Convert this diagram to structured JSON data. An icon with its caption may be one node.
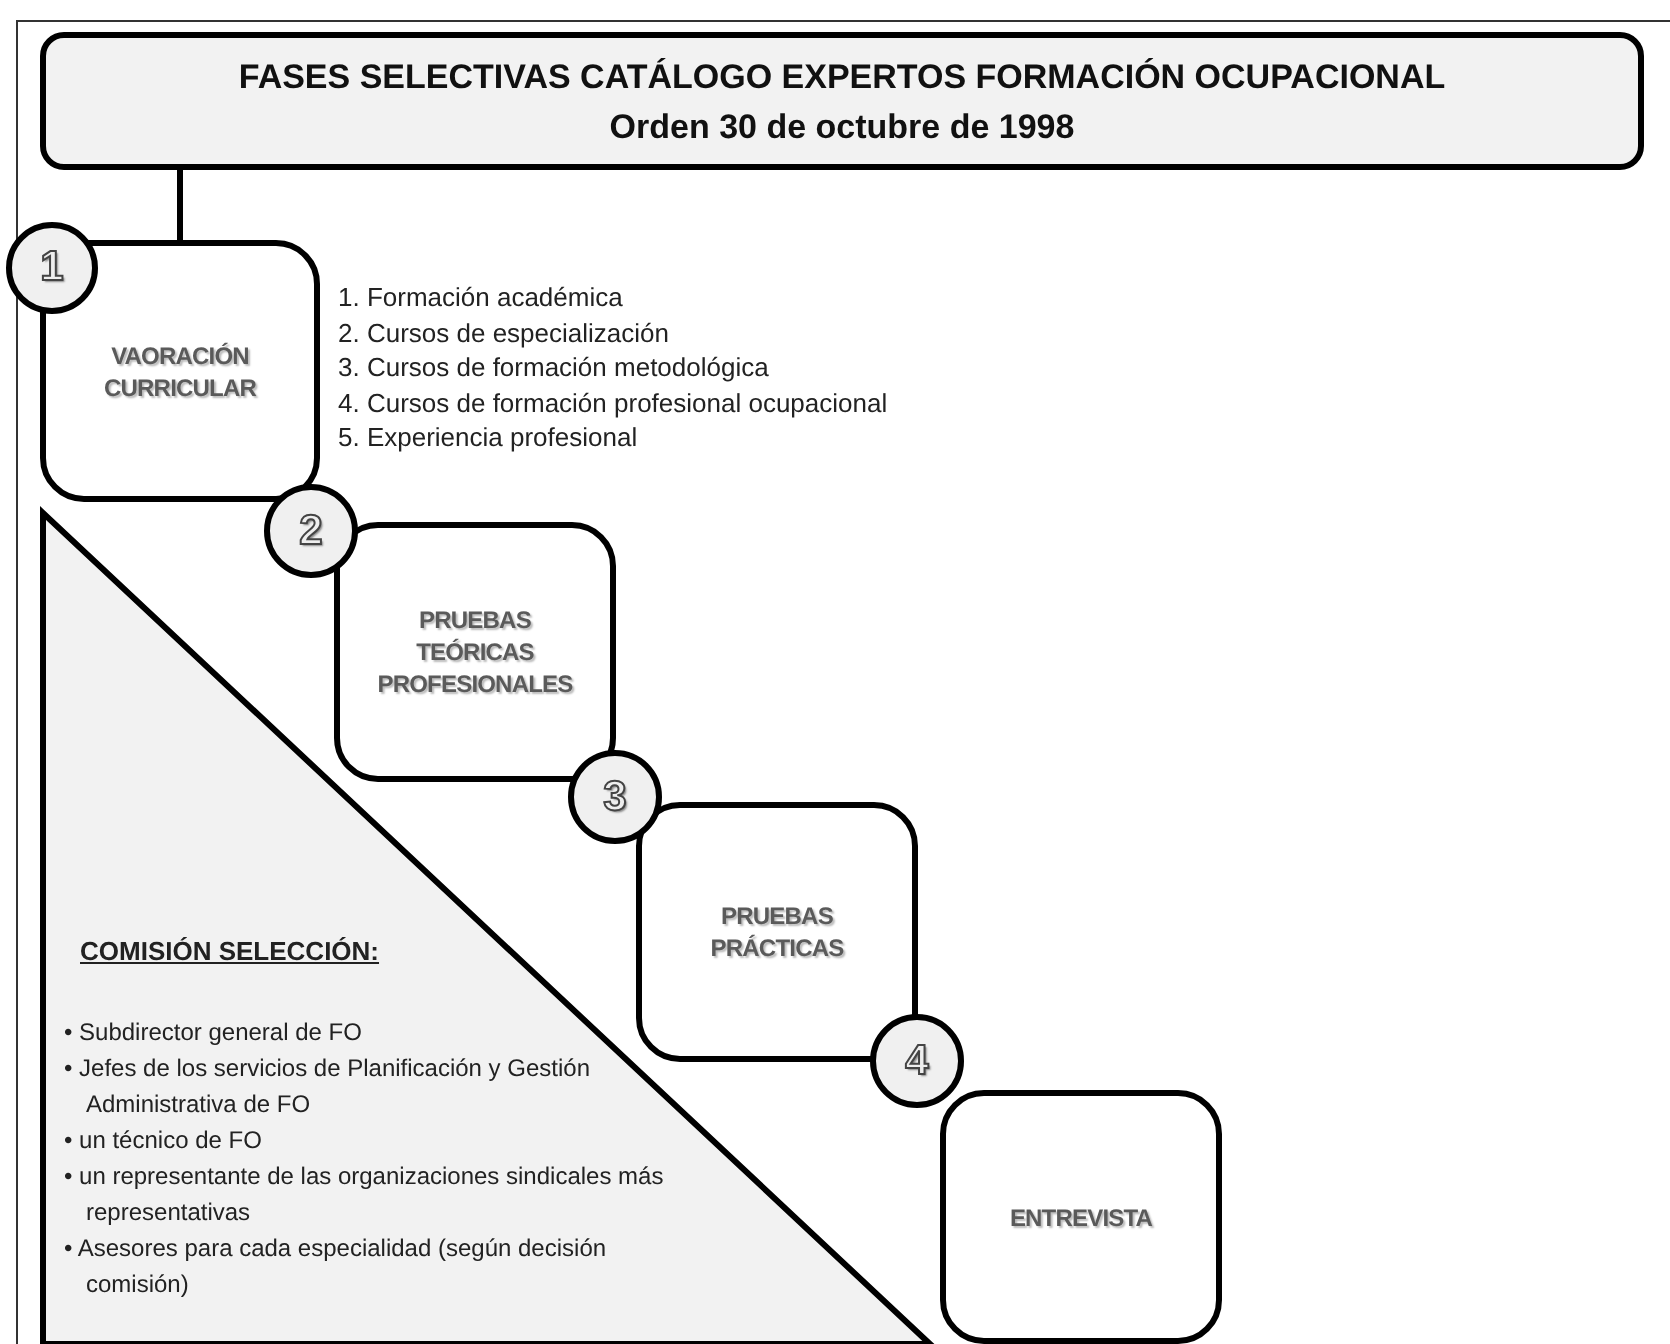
{
  "diagram": {
    "nodes": [
      {
        "text": [
          "FASES SELECTIVAS CATÁLOGO EXPERTOS FORMACIÓN OCUPACIONAL",
          "Orden 30 de octubre de 1998"
        ]
      },
      {
        "text": [
          "1"
        ]
      },
      {
        "text": [
          "VAORACIÓN CURRICULAR"
        ],
        "beside": [
          "1. Formación académica",
          "2. Cursos de especialización",
          "3. Cursos de formación metodológica",
          "4. Cursos de formación profesional ocupacional",
          "5. Experiencia profesional"
        ]
      },
      {
        "text": [
          "2"
        ]
      },
      {
        "text": [
          "PRUEBAS TEÓRICAS PROFESIONALES"
        ]
      },
      {
        "text": [
          "3"
        ]
      },
      {
        "text": [
          "PRUEBAS PRÁCTICAS"
        ]
      },
      {
        "text": [
          "4"
        ]
      },
      {
        "text": [
          "ENTREVISTA"
        ]
      },
      {
        "text": [
          "COMISIÓN SELECCIÓN:",
          "• Subdirector general de FO",
          "• Jefes de los servicios de Planificación y Gestión Administrativa de FO",
          "• un técnico de FO",
          "• un representante de las organizaciones sindicales más representativas",
          "• Asesores para cada especialidad (según decisión comisión)"
        ]
      }
    ],
    "edges": [
      {
        "from": 0,
        "to": 2,
        "arrow": "none"
      }
    ]
  }
}
